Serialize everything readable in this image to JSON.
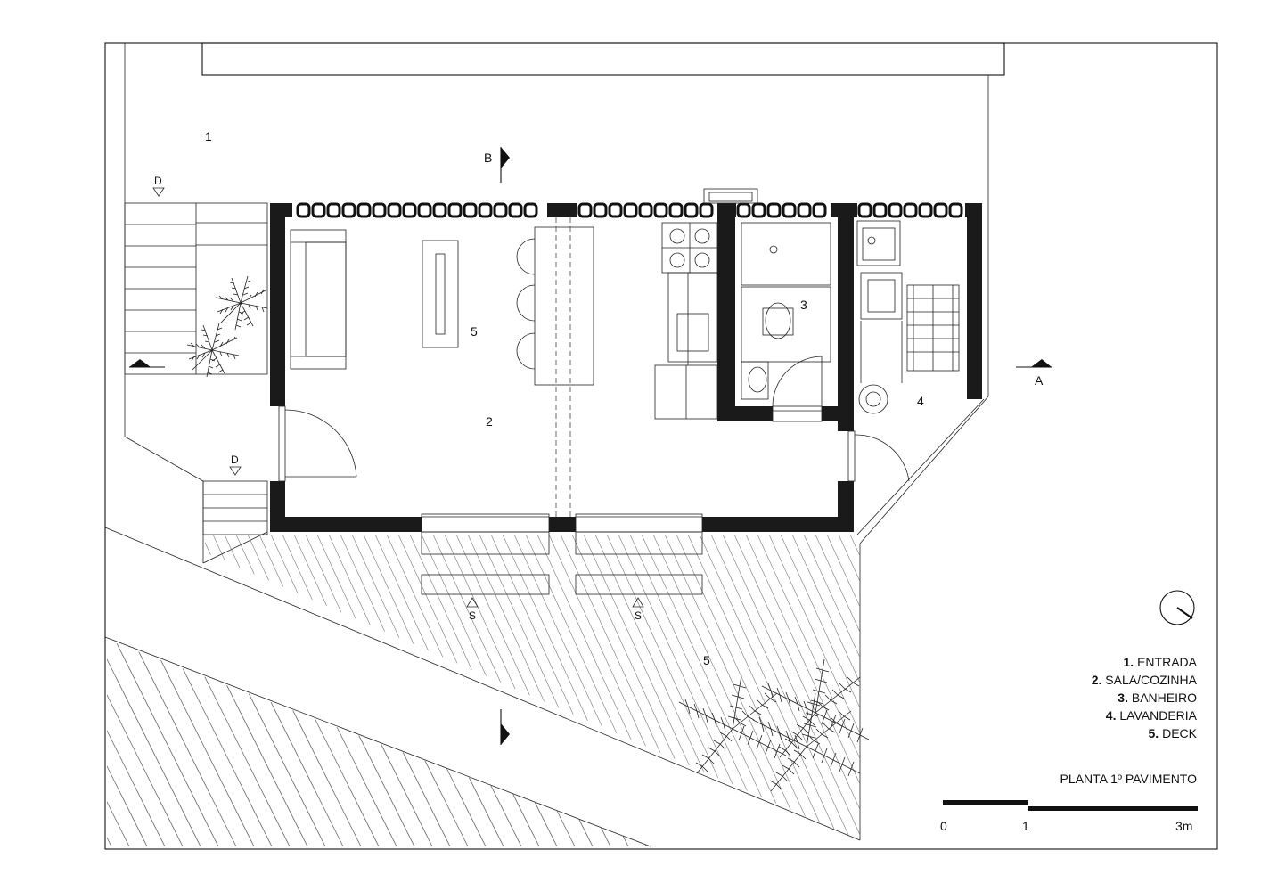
{
  "rooms": [
    {
      "num": "1",
      "name": "ENTRADA"
    },
    {
      "num": "2",
      "name": "SALA/COZINHA"
    },
    {
      "num": "3",
      "name": "BANHEIRO"
    },
    {
      "num": "4",
      "name": "LAVANDERIA"
    },
    {
      "num": "5",
      "name": "DECK"
    }
  ],
  "plan_labels": {
    "area1": "1",
    "area2": "2",
    "area3": "3",
    "area4": "4",
    "area5_inside": "5",
    "area5_deck": "5"
  },
  "section_marks": {
    "a": "A",
    "b": "B"
  },
  "level_marks": {
    "down1": "D",
    "down2": "D",
    "up1": "S",
    "up2": "S"
  },
  "title": "PLANTA 1º PAVIMENTO",
  "scale_bar": {
    "ticks": [
      "0",
      "1",
      "3m"
    ]
  }
}
